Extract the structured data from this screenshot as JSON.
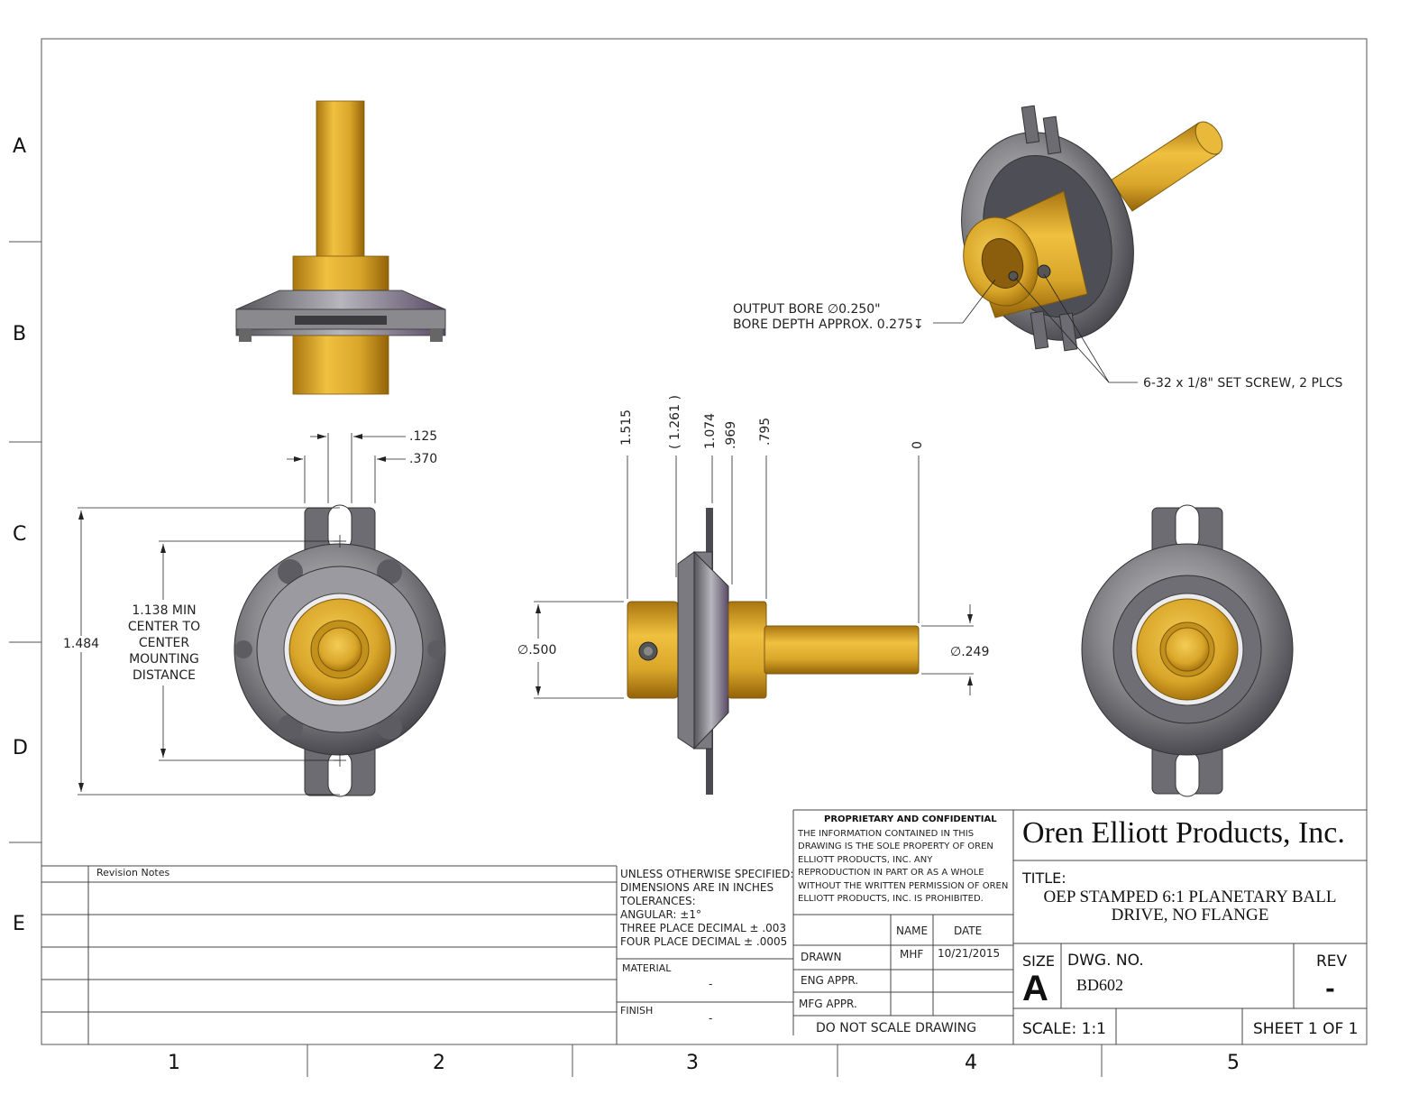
{
  "zones": {
    "rows": [
      "A",
      "B",
      "C",
      "D",
      "E"
    ],
    "columns": [
      "1",
      "2",
      "3",
      "4",
      "5"
    ]
  },
  "callouts": {
    "output_bore_line1": "OUTPUT BORE ∅0.250\"",
    "output_bore_line2": "BORE DEPTH APPROX. 0.275↧",
    "set_screw": "6-32 x 1/8\" SET SCREW, 2 PLCS"
  },
  "front_view_dims": {
    "slot_width": ".125",
    "slot_outer": ".370",
    "overall_height": "1.484",
    "mounting_note": [
      "1.138 MIN",
      "CENTER TO",
      "CENTER",
      "MOUNTING",
      "DISTANCE"
    ]
  },
  "side_view_dims": {
    "ordinates": [
      ".795",
      ".969",
      "1.074",
      "( 1.261 )",
      "1.515",
      "0"
    ],
    "hub_diameter": "∅.500",
    "shaft_diameter": "∅.249"
  },
  "revision_block": {
    "header": "Revision Notes"
  },
  "tolerance_block": {
    "lines": [
      "UNLESS OTHERWISE SPECIFIED:",
      "DIMENSIONS ARE IN INCHES",
      "TOLERANCES:",
      "ANGULAR: ±1°",
      "THREE PLACE DECIMAL ± .003",
      "FOUR PLACE DECIMAL ± .0005"
    ],
    "material_label": "MATERIAL",
    "material_value": "-",
    "finish_label": "FINISH",
    "finish_value": "-"
  },
  "proprietary": {
    "heading": "PROPRIETARY AND CONFIDENTIAL",
    "lines": [
      "THE INFORMATION CONTAINED IN THIS",
      "DRAWING IS THE SOLE PROPERTY OF OREN",
      "ELLIOTT PRODUCTS, INC.  ANY",
      "REPRODUCTION IN PART OR AS A WHOLE",
      "WITHOUT THE WRITTEN PERMISSION OF OREN",
      "ELLIOTT PRODUCTS, INC.  IS PROHIBITED."
    ]
  },
  "approvals": {
    "name_header": "NAME",
    "date_header": "DATE",
    "drawn_label": "DRAWN",
    "drawn_name": "MHF",
    "drawn_date": "10/21/2015",
    "eng_label": "ENG APPR.",
    "mfg_label": "MFG APPR.",
    "do_not_scale": "DO NOT SCALE DRAWING"
  },
  "title_block": {
    "company": "Oren Elliott Products, Inc.",
    "title_label": "TITLE:",
    "title_line1": "OEP STAMPED 6:1 PLANETARY BALL",
    "title_line2": "DRIVE, NO FLANGE",
    "size_label": "SIZE",
    "size_value": "A",
    "dwg_no_label": "DWG.  NO.",
    "dwg_no_value": "BD602",
    "rev_label": "REV",
    "rev_value": "-",
    "scale": "SCALE: 1:1",
    "sheet": "SHEET 1 OF 1"
  },
  "colors": {
    "brass": "#d9a62a",
    "brass_dark": "#a9760f",
    "steel": "#8a8a8e",
    "steel_dark": "#4a4a50",
    "line": "#222222"
  }
}
